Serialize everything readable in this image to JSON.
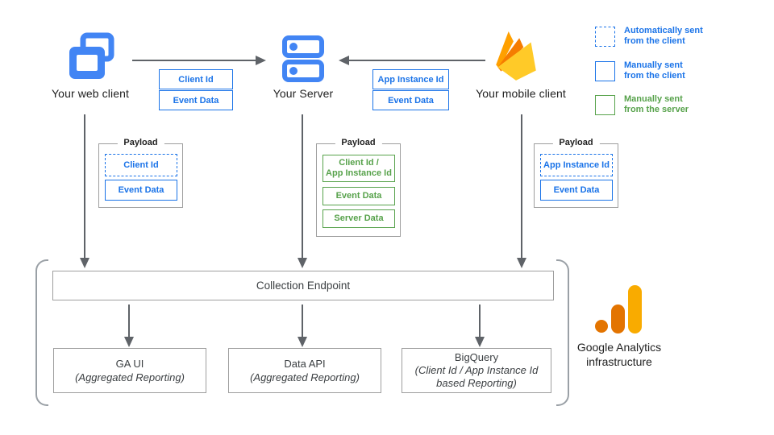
{
  "colors": {
    "blue": "#1a73e8",
    "icon_blue": "#4285f4",
    "green": "#57a24b",
    "arrow_gray": "#5f6368",
    "border_gray": "#9e9e9e",
    "firebase_amber": "#FFA000",
    "firebase_orange": "#F57C00",
    "firebase_yellow": "#FFCA28",
    "ga_dark_orange": "#E37400",
    "ga_amber": "#F9AB00"
  },
  "nodes": {
    "web": {
      "label": "Your web client",
      "icon": "web-client-icon"
    },
    "server": {
      "label": "Your Server",
      "icon": "server-icon"
    },
    "mobile": {
      "label": "Your mobile client",
      "icon": "firebase-icon"
    }
  },
  "flows": {
    "web_to_server": {
      "params": [
        "Client Id",
        "Event Data"
      ]
    },
    "mobile_to_server": {
      "params": [
        "App Instance Id",
        "Event Data"
      ]
    }
  },
  "payloads": {
    "web": {
      "title": "Payload",
      "items": [
        {
          "label": "Client Id",
          "style": "dashed-blue"
        },
        {
          "label": "Event Data",
          "style": "solid-blue"
        }
      ]
    },
    "server": {
      "title": "Payload",
      "items": [
        {
          "label": "Client Id /\nApp Instance Id",
          "style": "solid-green"
        },
        {
          "label": "Event Data",
          "style": "solid-green"
        },
        {
          "label": "Server Data",
          "style": "solid-green"
        }
      ]
    },
    "mobile": {
      "title": "Payload",
      "items": [
        {
          "label": "App Instance Id",
          "style": "dashed-blue"
        },
        {
          "label": "Event Data",
          "style": "solid-blue"
        }
      ]
    }
  },
  "legend": [
    {
      "label": "Automatically sent\nfrom the client",
      "style": "dashed-blue"
    },
    {
      "label": "Manually sent\nfrom the client",
      "style": "solid-blue"
    },
    {
      "label": "Manually sent\nfrom the server",
      "style": "solid-green"
    }
  ],
  "infrastructure": {
    "endpoint": "Collection Endpoint",
    "outputs": [
      {
        "title": "GA UI",
        "subtitle": "(Aggregated Reporting)"
      },
      {
        "title": "Data API",
        "subtitle": "(Aggregated Reporting)"
      },
      {
        "title": "BigQuery",
        "subtitle": "(Client Id / App Instance Id based Reporting)"
      }
    ],
    "caption": "Google Analytics\ninfrastructure"
  }
}
